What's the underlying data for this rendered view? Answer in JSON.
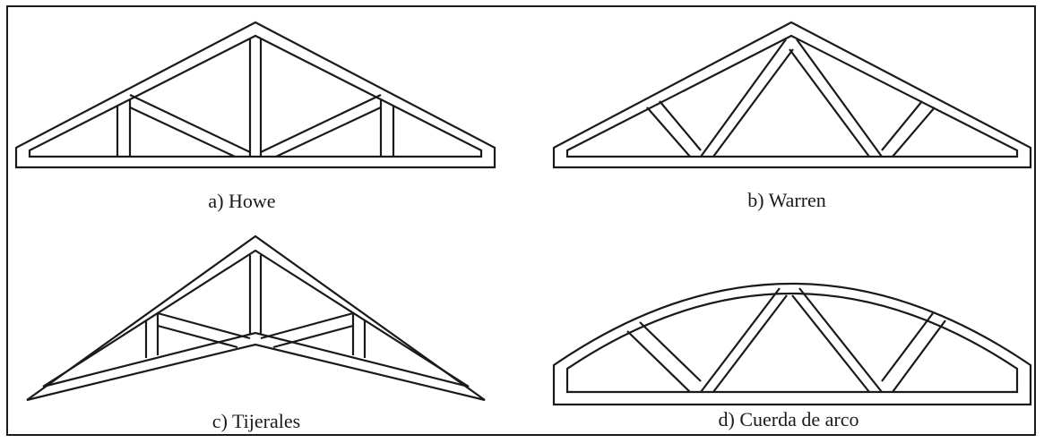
{
  "figure": {
    "captions": {
      "howe": "a) Howe",
      "warren": "b) Warren",
      "tijerales": "c) Tijerales",
      "cuerda_arco": "d) Cuerda de arco"
    }
  }
}
